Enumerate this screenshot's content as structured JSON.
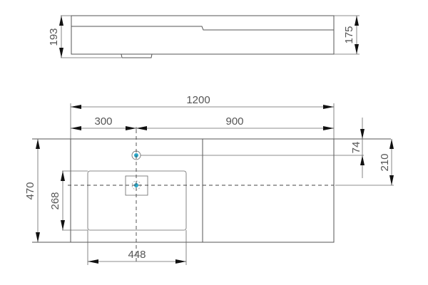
{
  "drawing": {
    "side_view": {
      "dimensions": {
        "left_height": "193",
        "right_height": "175"
      }
    },
    "plan_view": {
      "dimensions": {
        "overall_width": "1200",
        "left_to_tap": "300",
        "tap_to_right": "900",
        "overall_depth": "470",
        "tap_from_back": "74",
        "drain_from_back": "210",
        "basin_depth": "268",
        "basin_width": "448"
      },
      "features": {
        "tap_hole": "tap-hole",
        "drain": "drain-outlet",
        "basin": "basin-bowl",
        "counter": "counter-shelf"
      }
    },
    "colors": {
      "line": "#555555",
      "arrow": "#111111",
      "hole_fill": "#2aa7c9",
      "text": "#555555"
    }
  }
}
